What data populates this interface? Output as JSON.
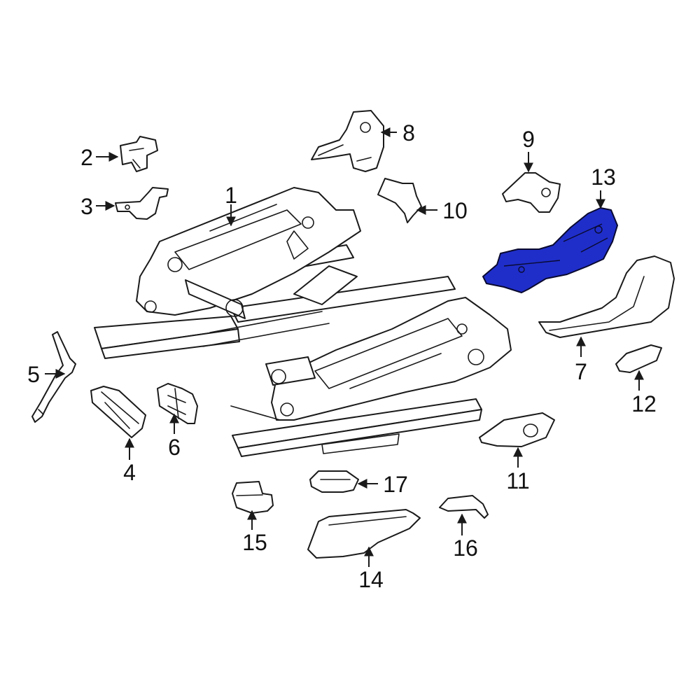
{
  "diagram": {
    "highlight_color": "#1f2ec9",
    "highlighted_part": "13",
    "callouts": [
      {
        "id": "c1",
        "label": "1"
      },
      {
        "id": "c2",
        "label": "2"
      },
      {
        "id": "c3",
        "label": "3"
      },
      {
        "id": "c4",
        "label": "4"
      },
      {
        "id": "c5",
        "label": "5"
      },
      {
        "id": "c6",
        "label": "6"
      },
      {
        "id": "c7",
        "label": "7"
      },
      {
        "id": "c8",
        "label": "8"
      },
      {
        "id": "c9",
        "label": "9"
      },
      {
        "id": "c10",
        "label": "10"
      },
      {
        "id": "c11",
        "label": "11"
      },
      {
        "id": "c12",
        "label": "12"
      },
      {
        "id": "c13",
        "label": "13"
      },
      {
        "id": "c14",
        "label": "14"
      },
      {
        "id": "c15",
        "label": "15"
      },
      {
        "id": "c16",
        "label": "16"
      },
      {
        "id": "c17",
        "label": "17"
      }
    ]
  }
}
